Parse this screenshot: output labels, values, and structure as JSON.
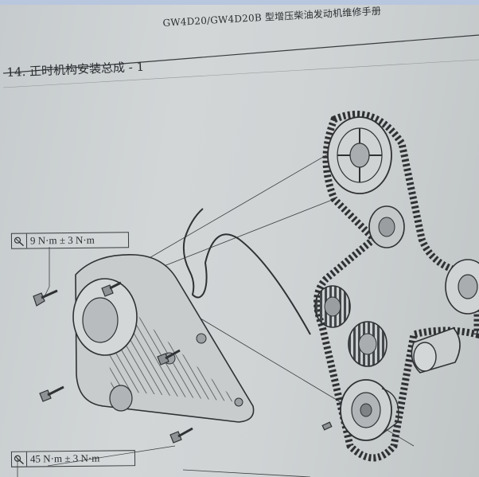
{
  "header": {
    "title": "GW4D20/GW4D20B 型增压柴油发动机维修手册"
  },
  "section": {
    "title": "14. 正时机构安装总成 - 1"
  },
  "torque_specs": {
    "top": "9 N·m ± 3 N·m",
    "bottom": "45 N·m ± 3 N·m"
  },
  "colors": {
    "paper": "#cfd3d4",
    "ink": "#2a2c2e",
    "top_band": "#b8c6de"
  },
  "icons": {
    "torque": "torque-wrench-icon"
  }
}
